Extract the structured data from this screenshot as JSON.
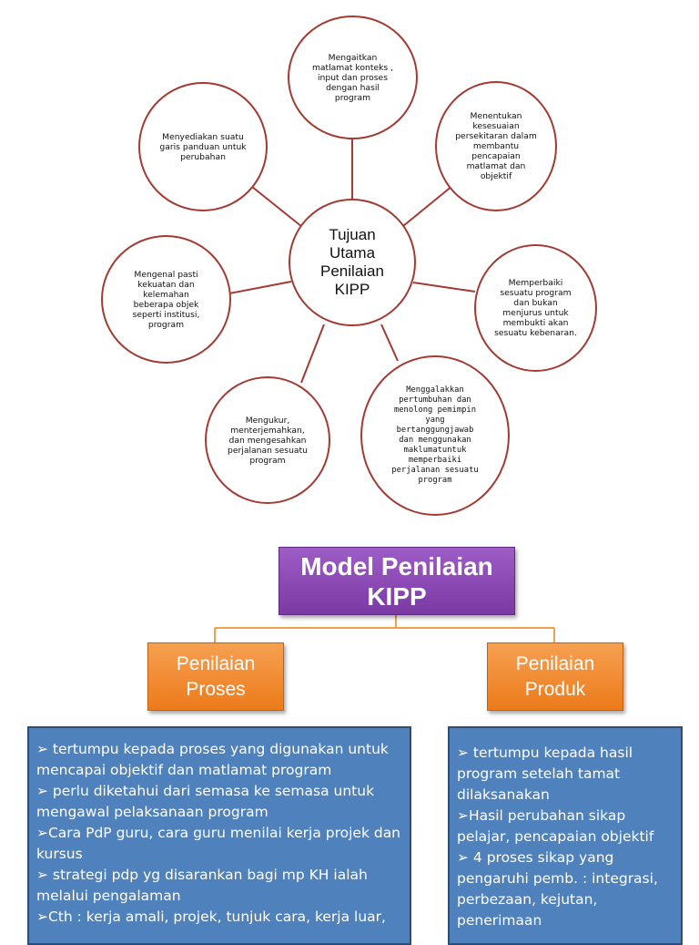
{
  "spider": {
    "center_lines": [
      "Tujuan",
      "Utama",
      "Penilaian",
      "KIPP"
    ],
    "bubbles": [
      {
        "lines": [
          "Mengaitkan",
          "matlamat konteks ,",
          "input dan proses",
          "dengan hasil",
          "program"
        ]
      },
      {
        "lines": [
          "Menentukan",
          "kesesuaian",
          "persekitaran dalam",
          "membantu",
          "pencapaian",
          "matlamat dan",
          "objektif"
        ]
      },
      {
        "lines": [
          "Memperbaiki",
          "sesuatu program",
          "dan bukan",
          "menjurus untuk",
          "membukti akan",
          "sesuatu kebenaran."
        ]
      },
      {
        "lines": [
          "Menggalakkan",
          "pertumbuhan dan",
          "menolong pemimpin",
          "yang",
          "bertanggungjawab",
          "dan menggunakan",
          "maklumatuntuk",
          "memperbaiki",
          "perjalanan sesuatu",
          "program"
        ]
      },
      {
        "lines": [
          "Mengukur,",
          "menterjemahkan,",
          "dan mengesahkan",
          "perjalanan sesuatu",
          "program"
        ]
      },
      {
        "lines": [
          "Mengenal pasti",
          "kekuatan dan",
          "kelemahan",
          "beberapa objek",
          "seperti institusi,",
          "program"
        ]
      },
      {
        "lines": [
          "Menyediakan suatu",
          "garis panduan untuk",
          "perubahan"
        ]
      }
    ]
  },
  "model": {
    "title_lines": [
      "Model Penilaian",
      "KIPP"
    ],
    "left_lines": [
      "Penilaian",
      "Proses"
    ],
    "right_lines": [
      "Penilaian",
      "Produk"
    ]
  },
  "proses_points": [
    "➢ tertumpu kepada proses yang digunakan untuk mencapai objektif dan matlamat program",
    "➢  perlu diketahui dari semasa ke semasa untuk mengawal pelaksanaan program",
    "➢Cara PdP guru, cara guru menilai kerja projek dan kursus",
    "➢  strategi pdp yg disarankan bagi mp KH ialah melalui pengalaman",
    "➢Cth : kerja amali, projek, tunjuk cara, kerja luar,"
  ],
  "produk_points": [
    "➢  tertumpu kepada hasil program setelah tamat dilaksanakan",
    "➢Hasil perubahan sikap pelajar, pencapaian objektif",
    "➢  4 proses sikap yang pengaruhi pemb. : integrasi, perbezaan, kejutan, penerimaan"
  ],
  "colors": {
    "bubble_border": "#a33a33",
    "model_purple": "#8e4bb8",
    "orange": "#f08a2c",
    "blue": "#4f81bd"
  }
}
